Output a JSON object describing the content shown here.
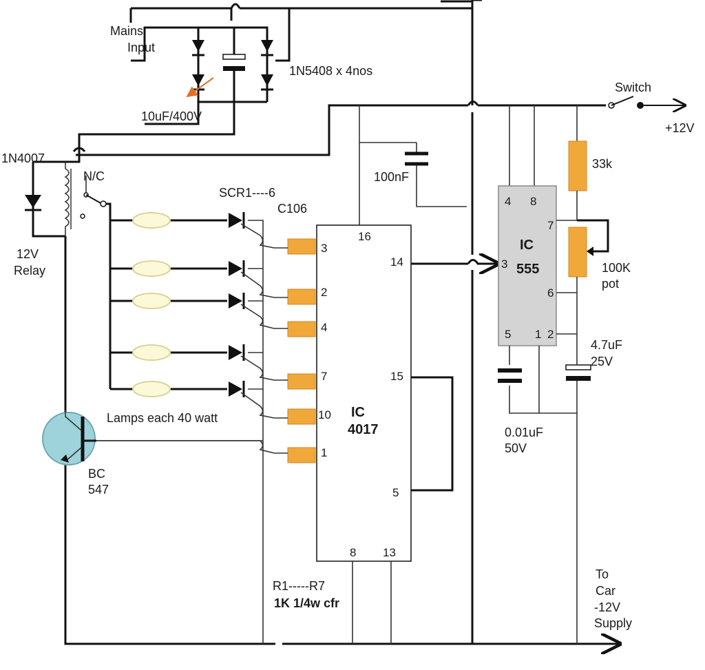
{
  "labels": {
    "mains": [
      "Mains",
      "Input"
    ],
    "bridge": "1N5408 x 4nos",
    "cap_mains": "10uF/400V",
    "diode_relay": "1N4007",
    "nc": "N/C",
    "relay": [
      "12V",
      "Relay"
    ],
    "scr": "SCR1----6",
    "scr_type": "C106",
    "lamps": "Lamps each 40 watt",
    "transistor": [
      "BC",
      "547"
    ],
    "res_label": "R1-----R7",
    "res_value": "1K 1/4w cfr",
    "cap_100n": "100nF",
    "switch": "Switch",
    "plus12": "+12V",
    "r33k": "33k",
    "pot": [
      "100K",
      "pot"
    ],
    "cap_47": [
      "4.7uF",
      "25V"
    ],
    "cap_001": [
      "0.01uF",
      "50V"
    ],
    "ground": [
      "To",
      "Car",
      "-12V",
      "Supply"
    ]
  },
  "ic4017": {
    "title": [
      "IC",
      "4017"
    ],
    "pin_vdd": "16",
    "pin_clk": "14",
    "pin_en": "15",
    "pin_5": "5",
    "pin_gnd": "8",
    "pin_13": "13",
    "outputs": [
      "3",
      "2",
      "4",
      "7",
      "10",
      "1"
    ]
  },
  "ic555": {
    "title": [
      "IC",
      "555"
    ],
    "pin_4": "4",
    "pin_8": "8",
    "pin_7": "7",
    "pin_3": "3",
    "pin_6": "6",
    "pin_5": "5",
    "pin_1": "1",
    "pin_2": "2"
  },
  "colors": {
    "resistor": "#f0a83a",
    "lamp": "#fbf9d8",
    "ic": "#d4d4d4",
    "transistor": "#9fd3dc",
    "accent_arrow": "#e07028"
  }
}
